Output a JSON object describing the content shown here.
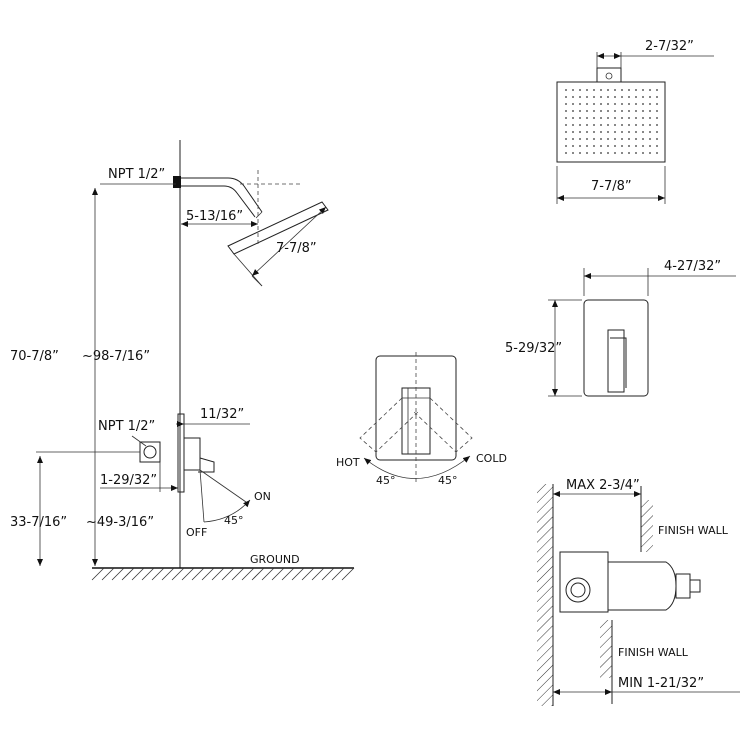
{
  "side_view": {
    "npt_top": "NPT 1/2”",
    "arm_reach": "5-13/16”",
    "head_size": "7-7/8”",
    "total_height": "70-7/8”",
    "approx_height": "~98-7/16”",
    "npt_valve": "NPT 1/2”",
    "valve_offset": "11/32”",
    "valve_depth": "1-29/32”",
    "valve_height": "33-7/16”",
    "approx_valve_height": "~49-3/16”",
    "on_label": "ON",
    "off_label": "OFF",
    "handle_angle": "45°",
    "ground_label": "GROUND"
  },
  "top_view": {
    "connector_width": "2-7/32”",
    "head_width": "7-7/8”"
  },
  "trim_view": {
    "width": "4-27/32”",
    "height": "5-29/32”"
  },
  "rotation_view": {
    "hot_label": "HOT",
    "cold_label": "COLD",
    "angle_left": "45°",
    "angle_right": "45°"
  },
  "wall_view": {
    "max_depth": "MAX 2-3/4”",
    "finish_wall_top": "FINISH WALL",
    "finish_wall_bottom": "FINISH WALL",
    "min_depth": "MIN 1-21/32”"
  }
}
